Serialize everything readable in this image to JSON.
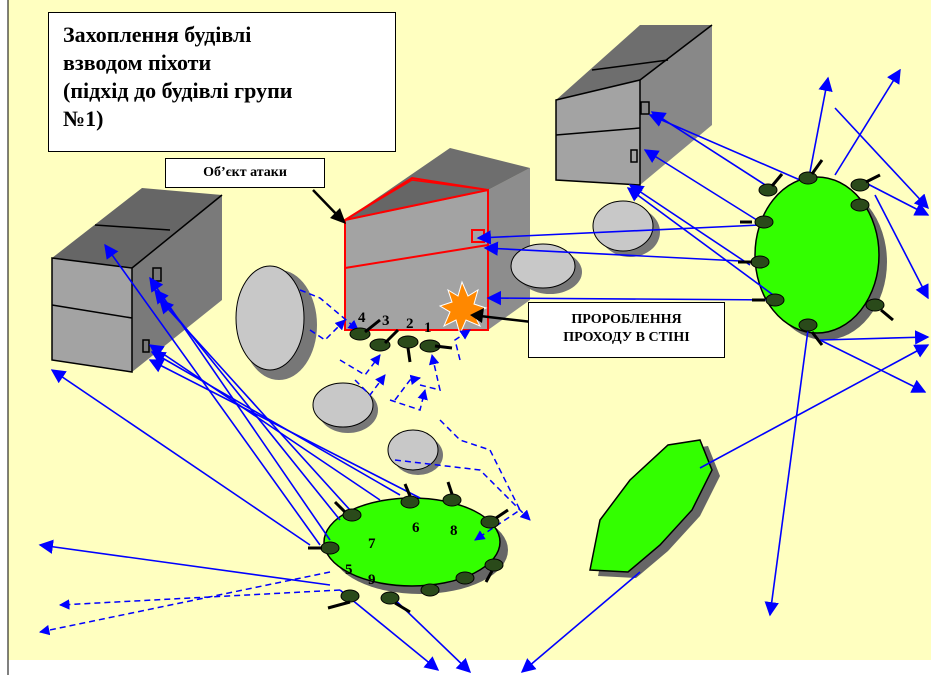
{
  "title": {
    "lines": [
      "Захоплення будівлі",
      "взводом піхоти",
      "(підхід до будівлі  групи",
      "№1)"
    ]
  },
  "labels": {
    "target": "Об’єкт атаки",
    "breach_lines": [
      "ПРОРОБЛЕННЯ",
      "ПРОХОДУ В СТІНІ"
    ]
  },
  "soldier_numbers": {
    "group1": [
      "4",
      "3",
      "2",
      "1"
    ],
    "group2": [
      "6",
      "7",
      "8",
      "5",
      "9"
    ]
  },
  "colors": {
    "background": "#FFFFC0",
    "arrow": "#0000FF",
    "vegetation": "#33FF00",
    "smoke": "#C8C8C8",
    "building_top": "#777777",
    "building_front": "#A0A0A0",
    "building_side": "#888888",
    "target_outline": "#FF0000",
    "explosion": "#FF8800"
  }
}
